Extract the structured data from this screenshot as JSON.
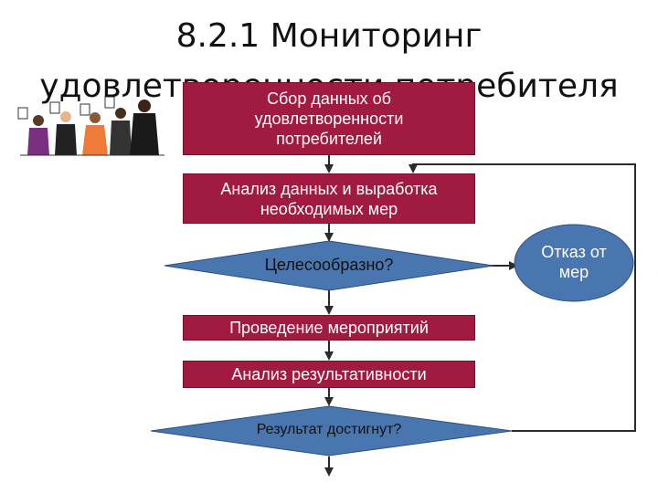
{
  "title": {
    "line1": "8.2.1 Мониторинг",
    "line2": "удовлетворенности потребителя"
  },
  "nodes": {
    "collect": {
      "line1": "Сбор данных об",
      "line2": "удовлетворенности",
      "line3": "потребителей"
    },
    "analyze": {
      "line1": "Анализ данных и выработка",
      "line2": "необходимых мер"
    },
    "decision": "Целесообразно?",
    "refuse": {
      "line1": "Отказ от",
      "line2": "мер"
    },
    "implement": "Проведение мероприятий",
    "effectiveness": "Анализ результативности",
    "result": "Результат достигнут?"
  },
  "colors": {
    "process_fill": "#a11a3f",
    "decision_fill": "#4a76b0",
    "arrow": "#2b2b2b"
  },
  "icons": {
    "people": "people-holding-score-cards-icon"
  }
}
